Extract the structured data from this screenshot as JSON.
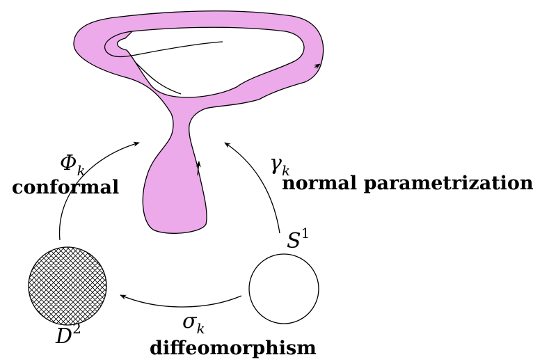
{
  "labels": {
    "phi": {
      "base": "Φ",
      "sub": "k"
    },
    "gamma": {
      "base": "γ",
      "sub": "k"
    },
    "sigma": {
      "base": "σ",
      "sub": "k"
    },
    "circle": {
      "base": "S",
      "sup": "1"
    },
    "disk": {
      "base": "D",
      "sup": "2"
    },
    "conformal": "conformal",
    "normal_parametrization": "normal parametrization",
    "diffeomorphism": "diffeomorphism"
  },
  "colors": {
    "surface_fill": "#ecaaea",
    "stroke": "#000000"
  }
}
